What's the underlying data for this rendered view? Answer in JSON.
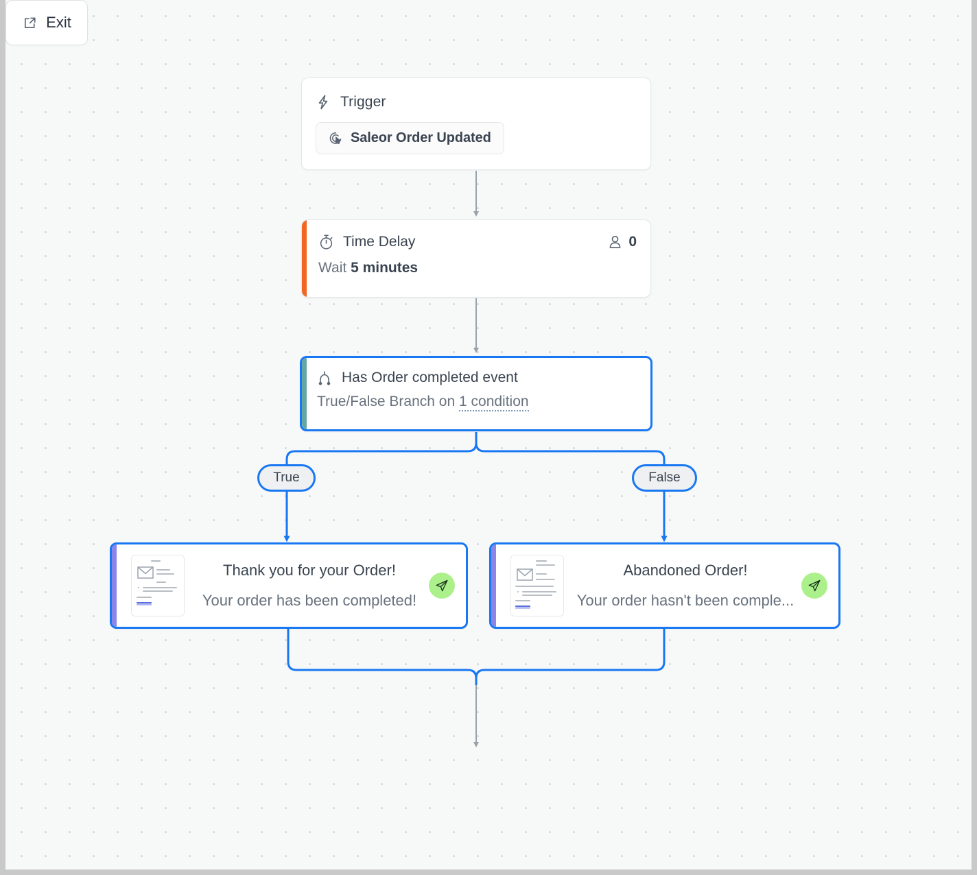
{
  "canvas": {
    "background_color": "#f7f8f8",
    "dot_color": "#d2d6d9",
    "frame_color": "#c9c9c9"
  },
  "colors": {
    "selection_blue": "#1877f2",
    "edge_gray": "#9aa3ab",
    "accent_orange": "#f26522",
    "accent_teal": "#64a8a4",
    "accent_purple": "#8b85ea",
    "send_badge_green": "#abf08a"
  },
  "nodes": {
    "trigger": {
      "icon": "lightning-bolt-icon",
      "title": "Trigger",
      "chip": {
        "icon": "saleor-click-icon",
        "label": "Saleor Order Updated"
      }
    },
    "time_delay": {
      "icon": "stopwatch-icon",
      "title": "Time Delay",
      "contact_icon": "person-icon",
      "contact_count": "0",
      "wait_prefix": "Wait ",
      "wait_value": "5 minutes",
      "accent": "#f26522"
    },
    "condition": {
      "icon": "branch-split-icon",
      "title": "Has Order completed event",
      "subtitle_prefix": "True/False Branch on ",
      "subtitle_link": "1 condition",
      "accent": "#64a8a4",
      "selected": true
    },
    "branch_labels": {
      "true_label": "True",
      "false_label": "False"
    },
    "email_true": {
      "thumbnail_icon": "envelope-icon",
      "subject": "Thank you for your Order!",
      "preview": "Your order has been completed!",
      "badge_icon": "send-paper-plane-icon",
      "accent": "#8b85ea",
      "selected": true
    },
    "email_false": {
      "thumbnail_icon": "envelope-icon",
      "subject": "Abandoned Order!",
      "preview": "Your order hasn't been comple...",
      "badge_icon": "send-paper-plane-icon",
      "accent": "#8b85ea",
      "selected": true
    },
    "exit": {
      "icon": "external-link-icon",
      "label": "Exit"
    }
  }
}
